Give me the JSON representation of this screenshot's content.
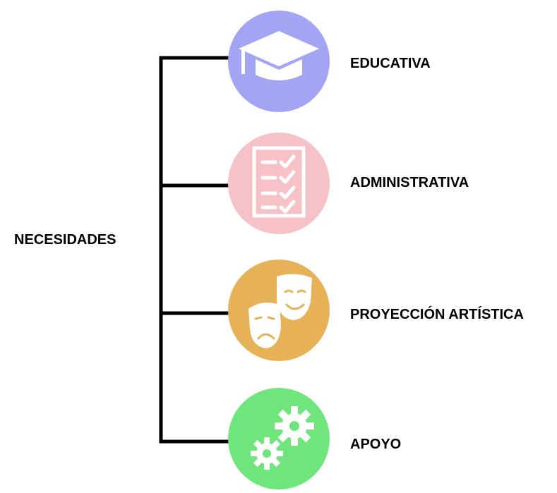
{
  "root": {
    "label": "NECESIDADES"
  },
  "branches": [
    {
      "label": "EDUCATIVA",
      "color": "#a4a4f4",
      "icon": "graduation-cap-icon"
    },
    {
      "label": "ADMINISTRATIVA",
      "color": "#f7c1c8",
      "icon": "checklist-icon"
    },
    {
      "label": "PROYECCIÓN ARTÍSTICA",
      "color": "#e7b257",
      "icon": "theater-masks-icon"
    },
    {
      "label": "APOYO",
      "color": "#6ee67c",
      "icon": "gears-icon"
    }
  ]
}
